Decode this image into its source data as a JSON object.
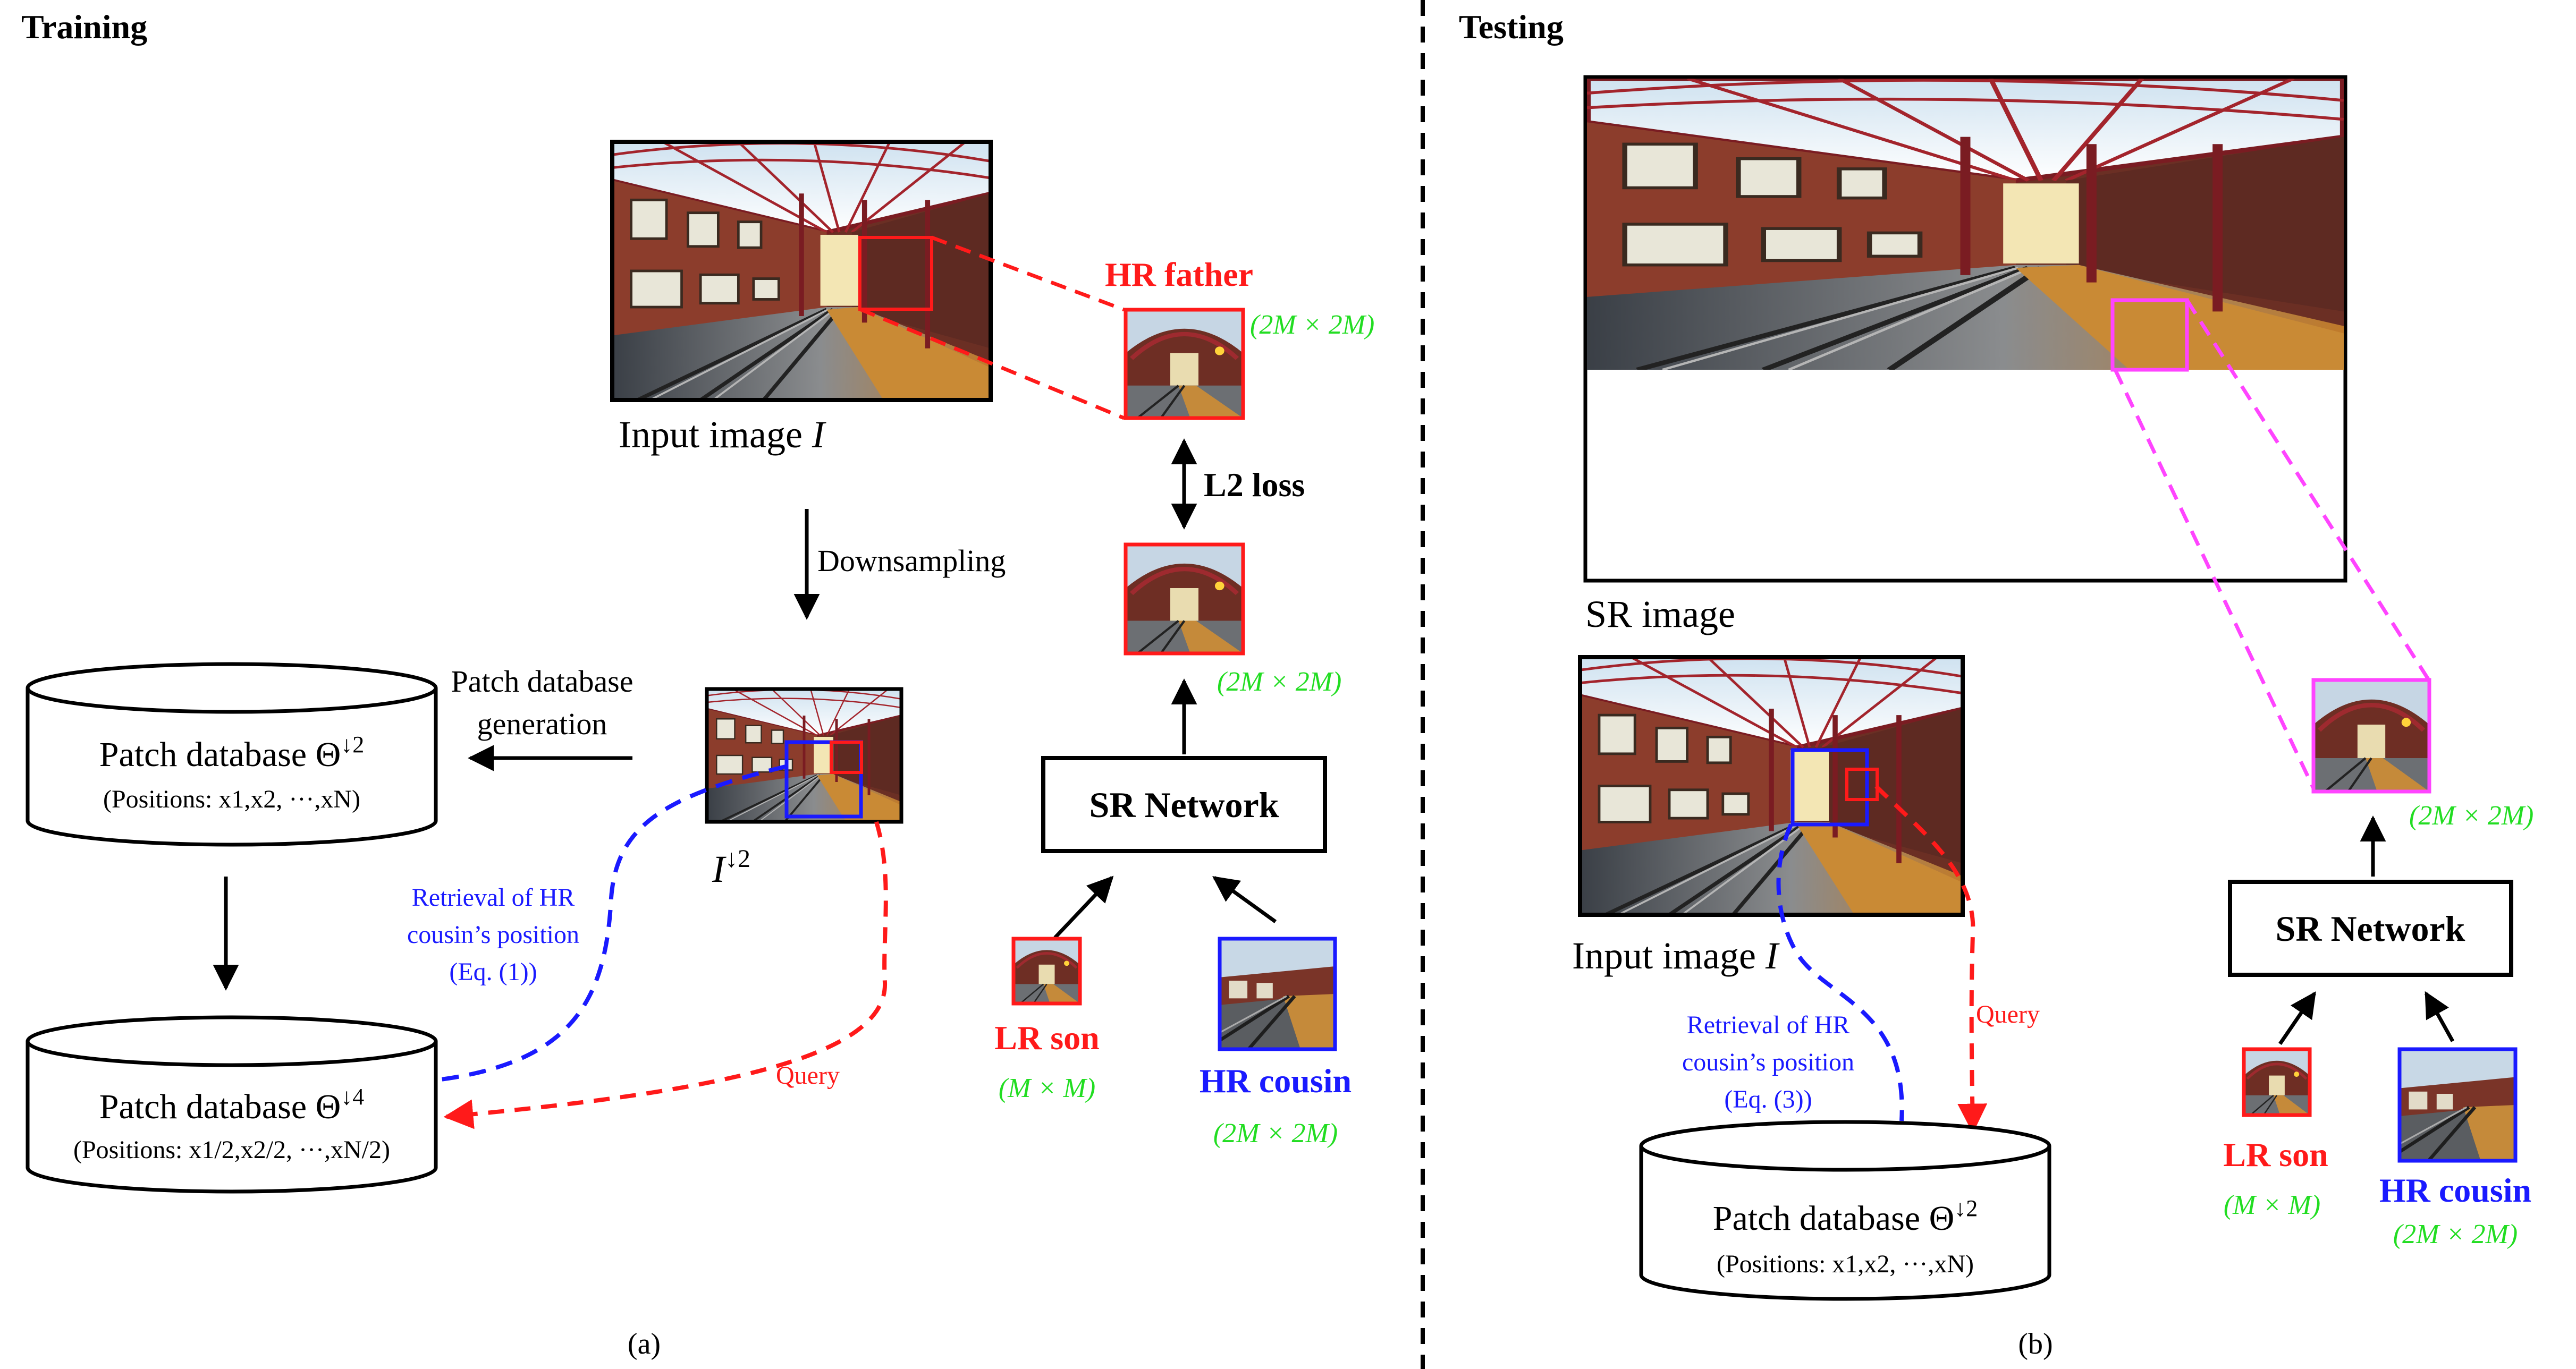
{
  "training": {
    "heading": "Training",
    "input_label": "Input image",
    "input_symbol": "I",
    "hr_father": "HR father",
    "dim_2m": "(2M × 2M)",
    "dim_m": "(M × M)",
    "l2_loss": "L2 loss",
    "downsampling": "Downsampling",
    "patch_gen_line1": "Patch database",
    "patch_gen_line2": "generation",
    "db_prefix": "Patch database Θ",
    "db2_sup": "↓2",
    "db4_sup": "↓4",
    "db2_positions": "(Positions: x1,x2, ···,xN)",
    "db4_positions": "(Positions: x1/2,x2/2, ···,xN/2)",
    "down_symbol": "I",
    "down_sup": "↓2",
    "retrieval_line1": "Retrieval of HR",
    "retrieval_line2": "cousin’s position",
    "retrieval_line3": "(Eq. (1))",
    "query": "Query",
    "sr_network": "SR Network",
    "lr_son": "LR son",
    "hr_cousin": "HR cousin",
    "caption": "(a)"
  },
  "testing": {
    "heading": "Testing",
    "sr_image": "SR image",
    "input_label": "Input image",
    "input_symbol": "I",
    "retrieval_line1": "Retrieval of HR",
    "retrieval_line2": "cousin’s position",
    "retrieval_line3": "(Eq. (3))",
    "query": "Query",
    "db_prefix": "Patch database Θ",
    "db_sup": "↓2",
    "db_positions": "(Positions: x1,x2, ···,xN)",
    "dim_2m": "(2M × 2M)",
    "dim_m": "(M × M)",
    "sr_network": "SR Network",
    "lr_son": "LR son",
    "hr_cousin": "HR cousin",
    "caption": "(b)"
  },
  "colors": {
    "red": "#ff1a1a",
    "blue": "#1a1aff",
    "green": "#22dd22",
    "magenta": "#ff44ff",
    "black": "#000000"
  }
}
